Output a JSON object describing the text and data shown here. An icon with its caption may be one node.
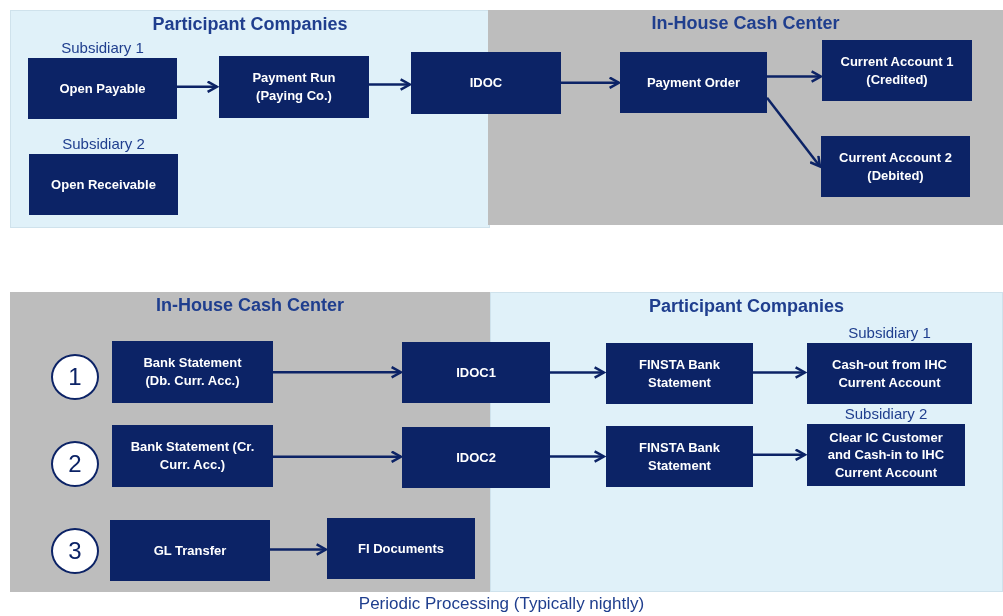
{
  "diagram": {
    "caption": "Periodic Processing (Typically nightly)",
    "nodes": [
      {
        "text": [
          "Participant Companies"
        ]
      },
      {
        "text": [
          "In-House Cash Center"
        ]
      },
      {
        "text": [
          "Open Payable"
        ],
        "in": 0,
        "beside": [
          "Subsidiary 1"
        ]
      },
      {
        "text": [
          "Payment Run (Paying Co.)"
        ],
        "in": 0
      },
      {
        "text": [
          "IDOC"
        ]
      },
      {
        "text": [
          "Payment Order"
        ],
        "in": 1
      },
      {
        "text": [
          "Current Account 1 (Credited)"
        ],
        "in": 1
      },
      {
        "text": [
          "Current Account 2 (Debited)"
        ],
        "in": 1
      },
      {
        "text": [
          "Open Receivable"
        ],
        "in": 0,
        "beside": [
          "Subsidiary 2"
        ]
      },
      {
        "text": [
          "In-House Cash Center"
        ]
      },
      {
        "text": [
          "Participant Companies"
        ]
      },
      {
        "text": [
          "1"
        ],
        "in": 9
      },
      {
        "text": [
          "Bank Statement (Db. Curr. Acc.)"
        ],
        "in": 9
      },
      {
        "text": [
          "IDOC1"
        ]
      },
      {
        "text": [
          "FINSTA Bank Statement"
        ],
        "in": 10
      },
      {
        "text": [
          "Cash-out from IHC Current Account"
        ],
        "in": 10,
        "beside": [
          "Subsidiary 1"
        ]
      },
      {
        "text": [
          "2"
        ],
        "in": 9
      },
      {
        "text": [
          "Bank Statement (Cr. Curr. Acc.)"
        ],
        "in": 9
      },
      {
        "text": [
          "IDOC2"
        ]
      },
      {
        "text": [
          "FINSTA Bank Statement"
        ],
        "in": 10
      },
      {
        "text": [
          "Clear IC Customer and Cash-in to IHC Current Account"
        ],
        "in": 10,
        "beside": [
          "Subsidiary 2"
        ]
      },
      {
        "text": [
          "3"
        ],
        "in": 9
      },
      {
        "text": [
          "GL Transfer"
        ],
        "in": 9
      },
      {
        "text": [
          "FI Documents"
        ],
        "in": 9
      }
    ],
    "edges": [
      {
        "from": 2,
        "to": 3,
        "arrow": "to"
      },
      {
        "from": 3,
        "to": 4,
        "arrow": "to"
      },
      {
        "from": 4,
        "to": 5,
        "arrow": "to"
      },
      {
        "from": 5,
        "to": 6,
        "arrow": "to"
      },
      {
        "from": 5,
        "to": 7,
        "arrow": "to"
      },
      {
        "from": 12,
        "to": 13,
        "arrow": "to"
      },
      {
        "from": 13,
        "to": 14,
        "arrow": "to"
      },
      {
        "from": 14,
        "to": 15,
        "arrow": "to"
      },
      {
        "from": 17,
        "to": 18,
        "arrow": "to"
      },
      {
        "from": 18,
        "to": 19,
        "arrow": "to"
      },
      {
        "from": 19,
        "to": 20,
        "arrow": "to"
      },
      {
        "from": 22,
        "to": 23,
        "arrow": "to"
      }
    ]
  }
}
